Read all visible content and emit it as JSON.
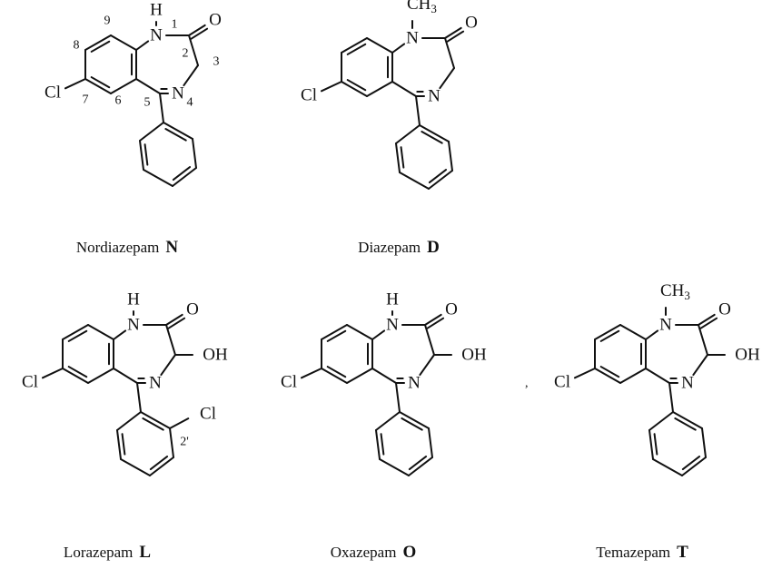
{
  "figure": {
    "molecules": [
      {
        "name": "Nordiazepam",
        "code": "N",
        "atom_labels": {
          "n1": "N",
          "h": "H",
          "o": "O",
          "cl": "Cl",
          "n4": "N"
        },
        "numbers": [
          "1",
          "2",
          "3",
          "4",
          "5",
          "6",
          "7",
          "8",
          "9"
        ]
      },
      {
        "name": "Diazepam",
        "code": "D",
        "atom_labels": {
          "n1": "N",
          "ch3": "CH",
          "ch3_sub": "3",
          "o": "O",
          "cl": "Cl",
          "n4": "N"
        }
      },
      {
        "name": "Lorazepam",
        "code": "L",
        "atom_labels": {
          "n1": "N",
          "h": "H",
          "o": "O",
          "oh": "OH",
          "cl": "Cl",
          "n4": "N",
          "cl2": "Cl"
        },
        "numbers": [
          "2'"
        ]
      },
      {
        "name": "Oxazepam",
        "code": "O",
        "atom_labels": {
          "n1": "N",
          "h": "H",
          "o": "O",
          "oh": "OH",
          "cl": "Cl",
          "n4": "N"
        }
      },
      {
        "name": "Temazepam",
        "code": "T",
        "atom_labels": {
          "n1": "N",
          "ch3": "CH",
          "ch3_sub": "3",
          "o": "O",
          "oh": "OH",
          "cl": "Cl",
          "n4": "N"
        }
      }
    ],
    "stray_mark": ","
  }
}
